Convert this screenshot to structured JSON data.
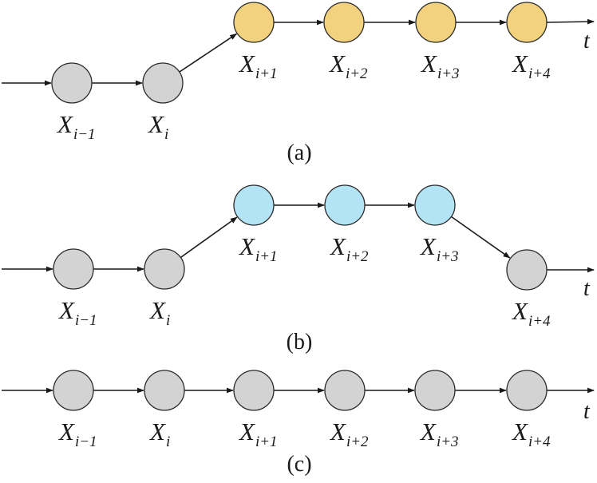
{
  "colors": {
    "gray_node": "#d3d3d3",
    "yellow_node": "#f2d27e",
    "blue_node": "#b2e4f5",
    "stroke": "#2a2a2a"
  },
  "panels": [
    {
      "caption": "(a)",
      "time_label": "t",
      "nodes": [
        {
          "var": "X",
          "sub": "i−1",
          "fill": "gray"
        },
        {
          "var": "X",
          "sub": "i",
          "fill": "gray"
        },
        {
          "var": "X",
          "sub": "i+1",
          "fill": "yellow"
        },
        {
          "var": "X",
          "sub": "i+2",
          "fill": "yellow"
        },
        {
          "var": "X",
          "sub": "i+3",
          "fill": "yellow"
        },
        {
          "var": "X",
          "sub": "i+4",
          "fill": "yellow"
        }
      ]
    },
    {
      "caption": "(b)",
      "time_label": "t",
      "nodes": [
        {
          "var": "X",
          "sub": "i−1",
          "fill": "gray"
        },
        {
          "var": "X",
          "sub": "i",
          "fill": "gray"
        },
        {
          "var": "X",
          "sub": "i+1",
          "fill": "blue"
        },
        {
          "var": "X",
          "sub": "i+2",
          "fill": "blue"
        },
        {
          "var": "X",
          "sub": "i+3",
          "fill": "blue"
        },
        {
          "var": "X",
          "sub": "i+4",
          "fill": "gray"
        }
      ]
    },
    {
      "caption": "(c)",
      "time_label": "t",
      "nodes": [
        {
          "var": "X",
          "sub": "i−1",
          "fill": "gray"
        },
        {
          "var": "X",
          "sub": "i",
          "fill": "gray"
        },
        {
          "var": "X",
          "sub": "i+1",
          "fill": "gray"
        },
        {
          "var": "X",
          "sub": "i+2",
          "fill": "gray"
        },
        {
          "var": "X",
          "sub": "i+3",
          "fill": "gray"
        },
        {
          "var": "X",
          "sub": "i+4",
          "fill": "gray"
        }
      ]
    }
  ]
}
